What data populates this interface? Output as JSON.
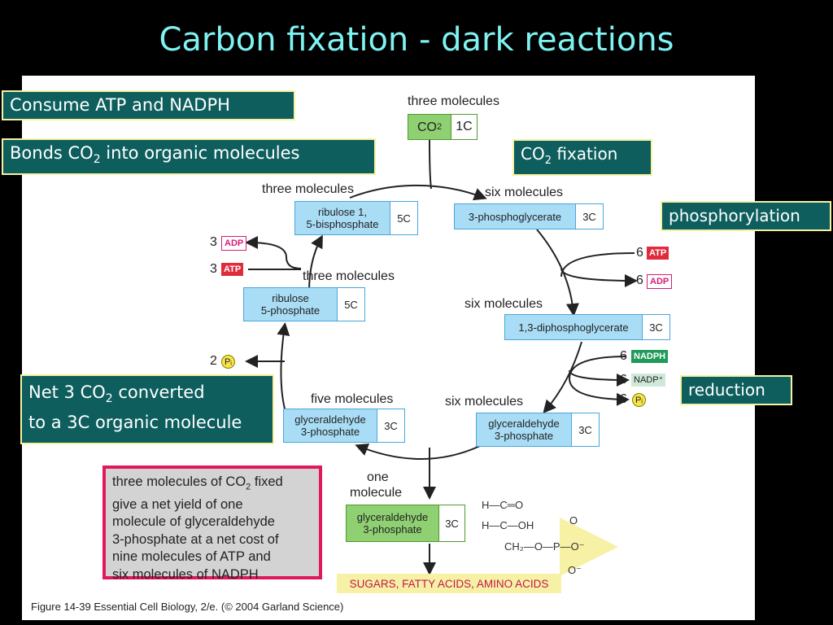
{
  "title": "Carbon fixation - dark reactions",
  "callouts": {
    "consume": "Consume ATP and NADPH",
    "bonds_pre": "Bonds CO",
    "bonds_sub": "2",
    "bonds_post": " into organic molecules",
    "co2fix_pre": "CO",
    "co2fix_sub": "2",
    "co2fix_post": " fixation",
    "phosphorylation": "phosphorylation",
    "reduction": "reduction",
    "net_line1_pre": "Net 3 CO",
    "net_line1_sub": "2",
    "net_line1_post": " converted",
    "net_line2": "to a 3C organic molecule"
  },
  "cycle": {
    "co2_label": "three molecules",
    "co2_name": "CO",
    "co2_sub": "2",
    "co2_carbons": "1C",
    "pga_label": "six molecules",
    "pga_name": "3-phosphoglycerate",
    "pga_carbons": "3C",
    "dpg_label": "six molecules",
    "dpg_name": "1,3-diphosphoglycerate",
    "dpg_carbons": "3C",
    "g3p_label": "six molecules",
    "g3p_name_1": "glyceraldehyde",
    "g3p_name_2": "3-phosphate",
    "g3p_carbons": "3C",
    "g3p5_label": "five molecules",
    "g3p5_name_1": "glyceraldehyde",
    "g3p5_name_2": "3-phosphate",
    "g3p5_carbons": "3C",
    "r5p_label": "three molecules",
    "r5p_name_1": "ribulose",
    "r5p_name_2": "5-phosphate",
    "r5p_carbons": "5C",
    "rubp_label": "three molecules",
    "rubp_name_1": "ribulose 1,",
    "rubp_name_2": "5-bisphosphate",
    "rubp_carbons": "5C",
    "out_label_1": "one",
    "out_label_2": "molecule",
    "out_name_1": "glyceraldehyde",
    "out_name_2": "3-phosphate",
    "out_carbons": "3C"
  },
  "cofactors": {
    "atp_in_count": "6",
    "atp": "ATP",
    "adp_out_count": "6",
    "adp": "ADP",
    "nadph_in_count": "6",
    "nadph": "NADPH",
    "nadp_out_count": "6",
    "nadp": "NADP⁺",
    "pi_out_count": "6",
    "pi": "Pᵢ",
    "adp_left_count": "3",
    "atp_left_count": "3",
    "pi_left_count": "2"
  },
  "structure": {
    "row1": "H—C═O",
    "row2": "H—C—OH",
    "row3": "CH₂—O—P—O⁻",
    "o_top": "O",
    "o_bottom": "O⁻"
  },
  "summary": {
    "line1_pre": "three molecules of CO",
    "line1_sub": "2",
    "line1_post": " fixed",
    "line2": "give a net yield of one",
    "line3": "molecule of glyceraldehyde",
    "line4": "3-phosphate at a net cost of",
    "line5": "nine molecules of ATP and",
    "line6": "six molecules of NADPH"
  },
  "products": "SUGARS, FATTY ACIDS, AMINO ACIDS",
  "caption": "Figure 14-39  Essential Cell Biology, 2/e. (© 2004 Garland Science)",
  "colors": {
    "title": "#7ff3f3",
    "callout_bg": "#0e5e5e",
    "callout_border": "#f6f2a0",
    "box_fill": "#a9ddf5",
    "box_green": "#8fd073",
    "atp": "#e02b3b",
    "nadph": "#1f9a5a",
    "summary_border": "#e0195a"
  }
}
